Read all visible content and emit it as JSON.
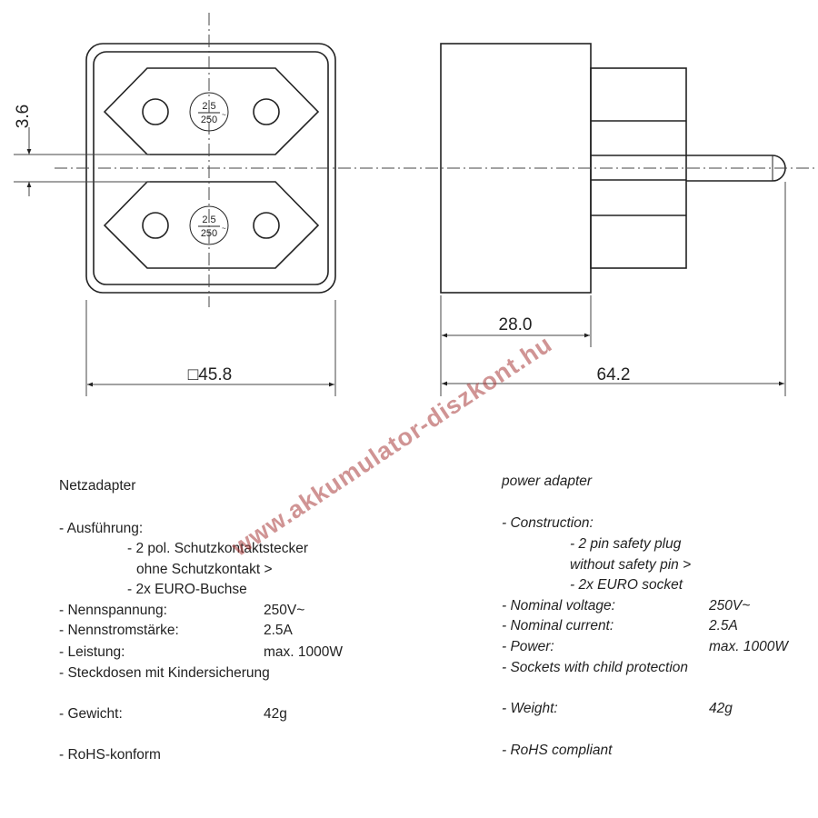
{
  "drawing": {
    "rating_top": "2.5",
    "rating_bottom": "250",
    "rating_symbol": "~",
    "dim_gap": "3.6",
    "dim_width": "□45.8",
    "dim_body": "28.0",
    "dim_length": "64.2"
  },
  "watermark": "www.akkumulator-diszkont.hu",
  "german": {
    "title": "Netzadapter",
    "construction_label": "- Ausführung:",
    "construction_items": [
      "- 2 pol. Schutzkontaktstecker",
      "ohne Schutzkontakt >",
      "- 2x EURO-Buchse"
    ],
    "specs": [
      {
        "label": "- Nennspannung:",
        "value": "250V~"
      },
      {
        "label": "- Nennstromstärke:",
        "value": "2.5A"
      },
      {
        "label": "- Leistung:",
        "value": "max. 1000W"
      }
    ],
    "child_protection": "- Steckdosen mit Kindersicherung",
    "weight_label": "- Gewicht:",
    "weight_value": "42g",
    "rohs": "- RoHS-konform"
  },
  "english": {
    "title": "power adapter",
    "construction_label": "- Construction:",
    "construction_items": [
      "- 2 pin safety plug",
      "without safety pin >",
      "- 2x EURO socket"
    ],
    "specs": [
      {
        "label": "- Nominal voltage:",
        "value": "250V~"
      },
      {
        "label": "- Nominal current:",
        "value": "2.5A"
      },
      {
        "label": "- Power:",
        "value": "max. 1000W"
      }
    ],
    "child_protection": "- Sockets with child protection",
    "weight_label": "- Weight:",
    "weight_value": "42g",
    "rohs": "- RoHS compliant"
  }
}
